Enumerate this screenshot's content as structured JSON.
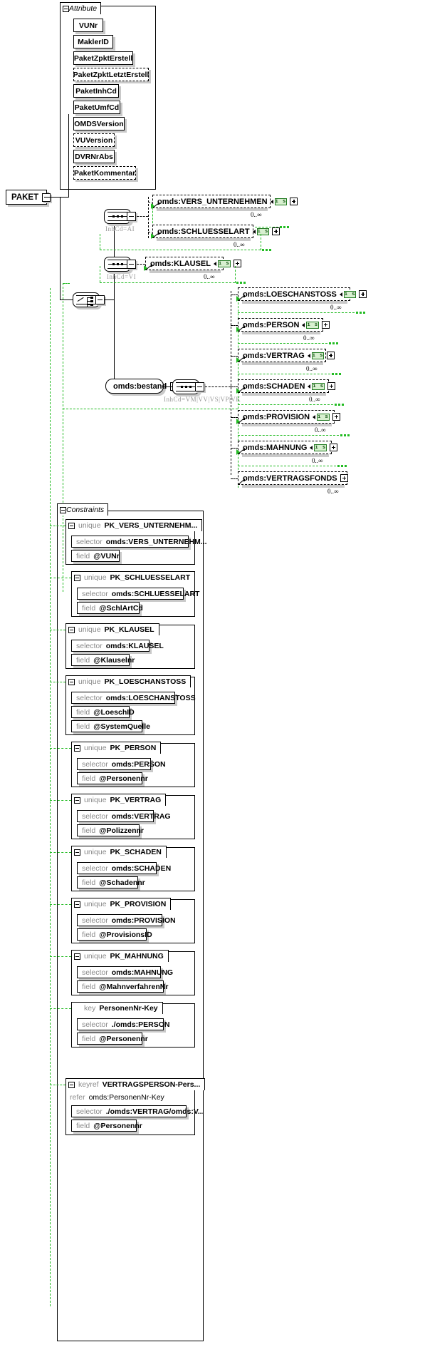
{
  "diagram": {
    "type": "xsd-schema-diagram",
    "root_element": "PAKET",
    "colors": {
      "line": "#000000",
      "reference_green": "#22bb22",
      "shadow": "#c9c9c9",
      "badge_fill": "#d8f0d0",
      "badge_border": "#1f7a1f",
      "muted_text": "#8a8a8a"
    }
  },
  "attribute_group": {
    "title": "Attribute",
    "collapse_icon": "minus-icon",
    "items": [
      {
        "label": "VUNr",
        "optional": false
      },
      {
        "label": "MaklerID",
        "optional": false
      },
      {
        "label": "PaketZpktErstell",
        "optional": false
      },
      {
        "label": "PaketZpktLetztErstell",
        "optional": true
      },
      {
        "label": "PaketInhCd",
        "optional": false
      },
      {
        "label": "PaketUmfCd",
        "optional": false
      },
      {
        "label": "OMDSVersion",
        "optional": false
      },
      {
        "label": "VUVersion",
        "optional": true
      },
      {
        "label": "DVRNrAbs",
        "optional": false
      },
      {
        "label": "PaketKommentar",
        "optional": true
      }
    ]
  },
  "content_model": {
    "choice_label": "choice",
    "branches": [
      {
        "compositor": "sequence",
        "condition": "InhCd=AI",
        "elements": [
          {
            "name": "omds:VERS_UNTERNEHMEN",
            "badge": "i s",
            "expand": "plus-icon",
            "occurs": "0..∞"
          },
          {
            "name": "omds:SCHLUESSELART",
            "badge": "i s",
            "expand": "plus-icon",
            "occurs": "0..∞"
          }
        ]
      },
      {
        "compositor": "sequence",
        "condition": "InhCd=VI",
        "elements": [
          {
            "name": "omds:KLAUSEL",
            "badge": "i s",
            "expand": "plus-icon",
            "occurs": "0..∞"
          }
        ]
      },
      {
        "compositor": "sequence",
        "wrapper": "omds:bestand",
        "condition": "InhCd=VM|VV|VS|VP|VK",
        "elements": [
          {
            "name": "omds:LOESCHANSTOSS",
            "badge": "i s",
            "expand": "plus-icon",
            "occurs": "0..∞"
          },
          {
            "name": "omds:PERSON",
            "badge": "i s",
            "expand": "plus-icon",
            "occurs": "0..∞"
          },
          {
            "name": "omds:VERTRAG",
            "badge": "i s",
            "expand": "plus-icon",
            "occurs": "0..∞"
          },
          {
            "name": "omds:SCHADEN",
            "badge": "i s",
            "expand": "plus-icon",
            "occurs": "0..∞"
          },
          {
            "name": "omds:PROVISION",
            "badge": "i s",
            "expand": "plus-icon",
            "occurs": "0..∞"
          },
          {
            "name": "omds:MAHNUNG",
            "badge": "i s",
            "expand": "plus-icon",
            "occurs": "0..∞"
          },
          {
            "name": "omds:VERTRAGSFONDS",
            "badge": "",
            "expand": "plus-icon",
            "occurs": "0..∞"
          }
        ]
      }
    ]
  },
  "constraints_group": {
    "title": "Constraints",
    "collapse_icon": "minus-icon",
    "items": [
      {
        "kind": "unique",
        "name": "PK_VERS_UNTERNEHM...",
        "rows": [
          {
            "k": "selector",
            "v": "omds:VERS_UNTERNEHM..."
          },
          {
            "k": "field",
            "v": "@VUNr"
          }
        ]
      },
      {
        "kind": "unique",
        "name": "PK_SCHLUESSELART",
        "rows": [
          {
            "k": "selector",
            "v": "omds:SCHLUESSELART"
          },
          {
            "k": "field",
            "v": "@SchlArtCd"
          }
        ]
      },
      {
        "kind": "unique",
        "name": "PK_KLAUSEL",
        "rows": [
          {
            "k": "selector",
            "v": "omds:KLAUSEL"
          },
          {
            "k": "field",
            "v": "@Klauselnr"
          }
        ]
      },
      {
        "kind": "unique",
        "name": "PK_LOESCHANSTOSS",
        "rows": [
          {
            "k": "selector",
            "v": "omds:LOESCHANSTOSS"
          },
          {
            "k": "field",
            "v": "@LoeschID"
          },
          {
            "k": "field",
            "v": "@SystemQuelle"
          }
        ]
      },
      {
        "kind": "unique",
        "name": "PK_PERSON",
        "rows": [
          {
            "k": "selector",
            "v": "omds:PERSON"
          },
          {
            "k": "field",
            "v": "@Personennr"
          }
        ]
      },
      {
        "kind": "unique",
        "name": "PK_VERTRAG",
        "rows": [
          {
            "k": "selector",
            "v": "omds:VERTRAG"
          },
          {
            "k": "field",
            "v": "@Polizzennr"
          }
        ]
      },
      {
        "kind": "unique",
        "name": "PK_SCHADEN",
        "rows": [
          {
            "k": "selector",
            "v": "omds:SCHADEN"
          },
          {
            "k": "field",
            "v": "@Schadennr"
          }
        ]
      },
      {
        "kind": "unique",
        "name": "PK_PROVISION",
        "rows": [
          {
            "k": "selector",
            "v": "omds:PROVISION"
          },
          {
            "k": "field",
            "v": "@ProvisionsID"
          }
        ]
      },
      {
        "kind": "unique",
        "name": "PK_MAHNUNG",
        "rows": [
          {
            "k": "selector",
            "v": "omds:MAHNUNG"
          },
          {
            "k": "field",
            "v": "@MahnverfahrenNr"
          }
        ]
      },
      {
        "kind": "key",
        "name": "PersonenNr-Key",
        "rows": [
          {
            "k": "selector",
            "v": "./omds:PERSON"
          },
          {
            "k": "field",
            "v": "@Personennr"
          }
        ]
      },
      {
        "kind": "keyref",
        "name": "VERTRAGSPERSON-Pers...",
        "refer": "omds:PersonenNr-Key",
        "rows": [
          {
            "k": "selector",
            "v": "./omds:VERTRAG/omds:V..."
          },
          {
            "k": "field",
            "v": "@Personennr"
          }
        ]
      }
    ]
  }
}
